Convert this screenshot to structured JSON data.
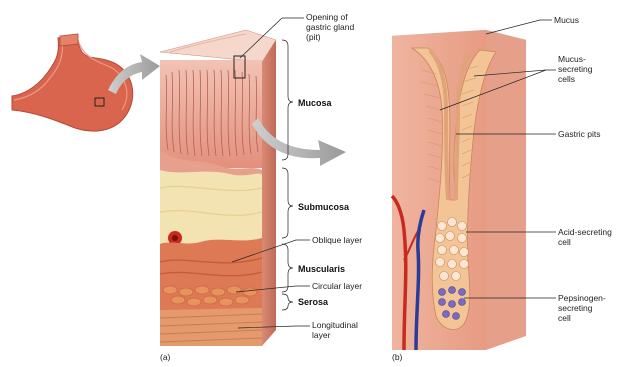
{
  "panel_a": {
    "panel_label": "(a)",
    "layers": {
      "mucosa": "Mucosa",
      "submucosa": "Submucosa",
      "muscularis": "Muscularis",
      "serosa": "Serosa"
    },
    "callouts": {
      "opening_line1": "Opening of",
      "opening_line2": "gastric gland",
      "opening_line3": "(pit)",
      "oblique": "Oblique layer",
      "circular": "Circular layer",
      "longitudinal_line1": "Longitudinal",
      "longitudinal_line2": "layer"
    }
  },
  "panel_b": {
    "panel_label": "(b)",
    "callouts": {
      "mucus": "Mucus",
      "mucus_secreting_line1": "Mucus-",
      "mucus_secreting_line2": "secreting",
      "mucus_secreting_line3": "cells",
      "gastric_pits": "Gastric pits",
      "acid_line1": "Acid-secreting",
      "acid_line2": "cell",
      "pepsin_line1": "Pepsinogen-",
      "pepsin_line2": "secreting",
      "pepsin_line3": "cell"
    }
  },
  "colors": {
    "mucosa": "#e8a08f",
    "submucosa": "#f3e2b2",
    "muscularis": "#dd7a55",
    "serosa": "#e49a6d",
    "stomach": "#d9654e",
    "arrow": "#a6a6a6",
    "vessel_red": "#c92a20",
    "vessel_blue": "#2a3b99",
    "pepsinogen": "#7a6ac0"
  }
}
